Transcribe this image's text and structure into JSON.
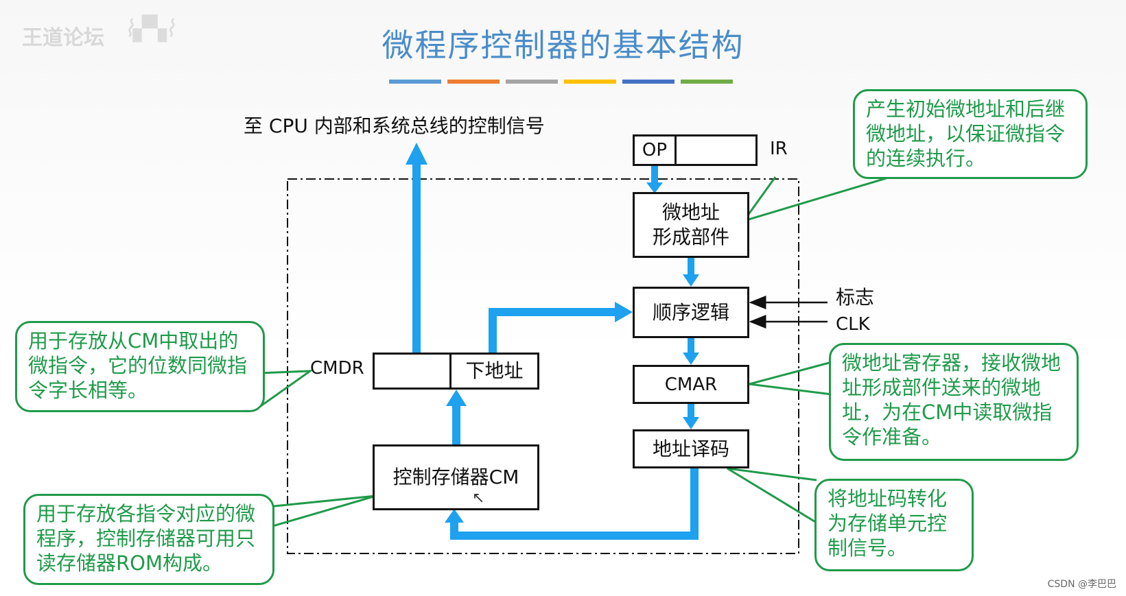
{
  "header": {
    "watermark": "王道论坛",
    "title": "微程序控制器的基本结构",
    "bar_colors": [
      "#5b9bd5",
      "#ed7d31",
      "#a5a5a5",
      "#ffc000",
      "#4472c4",
      "#70ad47"
    ]
  },
  "diagram": {
    "top_signal_label": "至 CPU 内部和系统总线的控制信号",
    "ir": {
      "op_label": "OP",
      "reg_label": "IR"
    },
    "micro_addr_unit": [
      "微地址",
      "形成部件"
    ],
    "sequence_logic": "顺序逻辑",
    "flag_label": "标志",
    "clk_label": "CLK",
    "cmar": "CMAR",
    "addr_decoder": "地址译码",
    "cmdr_label": "CMDR",
    "next_addr": "下地址",
    "control_store": "控制存储器CM"
  },
  "callouts": {
    "micro_addr_unit": "产生初始微地址和后继微地址，以保证微指令的连续执行。",
    "cmdr": "用于存放从CM中取出的微指令，它的位数同微指令字长相等。",
    "cmar": "微地址寄存器，接收微地址形成部件送来的微地址，为在CM中读取微指令作准备。",
    "decoder": "将地址码转化为存储单元控制信号。",
    "cm": "用于存放各指令对应的微程序，控制存储器可用只读存储器ROM构成。"
  },
  "footer": "CSDN @李巴巴"
}
